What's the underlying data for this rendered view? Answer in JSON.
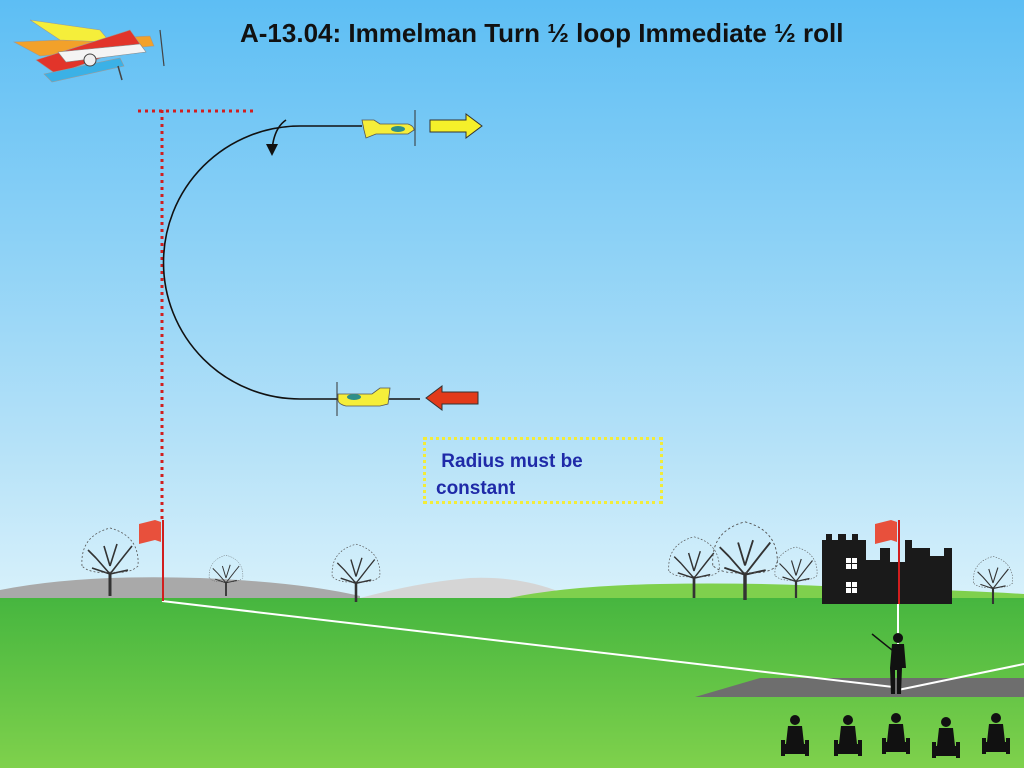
{
  "title": "A-13.04: Immelman Turn ½ loop Immediate ½ roll",
  "note": {
    "line1": " Radius must be",
    "line2": "constant"
  },
  "colors": {
    "sky_top": "#5ebff5",
    "sky_bottom": "#d4effb",
    "grass": "#3fae3a",
    "flag": "#e8503c",
    "guide_line": "#d11e1e",
    "entry_arrow": "#e23a1a",
    "exit_arrow": "#f5f02a",
    "model_plane": "#f5ee3a",
    "note_text": "#1f2aa8",
    "note_border": "#f2ec3a"
  },
  "icons": [
    "aerobatic-plane-logo-icon",
    "yellow-plane-icon",
    "flag-icon",
    "tree-icon",
    "castle-icon",
    "pilot-figure-icon",
    "judge-figure-icon"
  ]
}
